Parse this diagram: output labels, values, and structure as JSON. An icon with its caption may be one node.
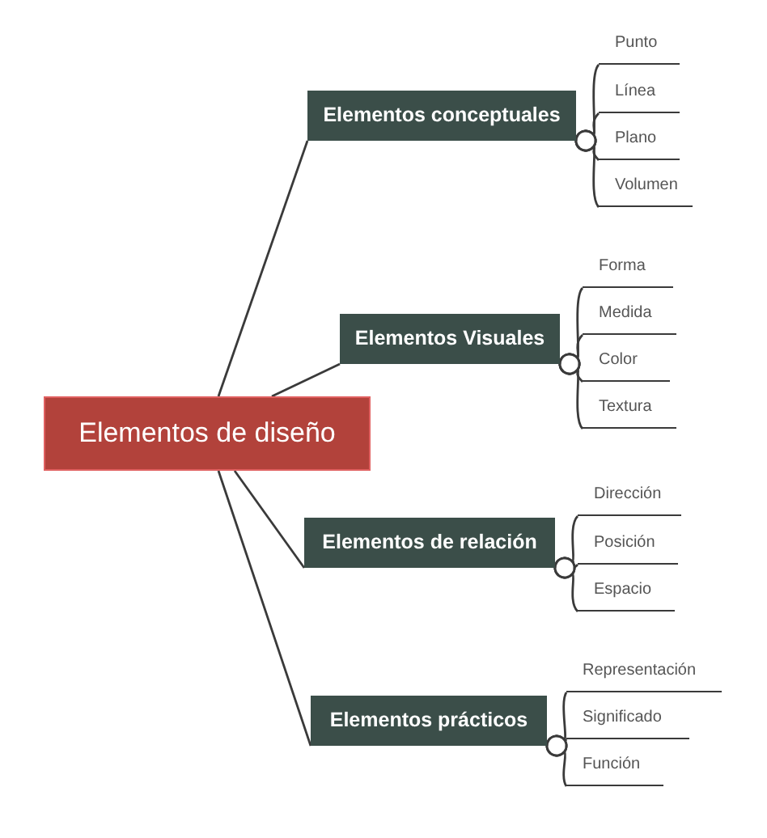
{
  "diagram": {
    "nodes": [
      {
        "text": [
          "Elementos de diseño"
        ]
      },
      {
        "text": [
          "Elementos conceptuales"
        ]
      },
      {
        "text": [
          "Punto"
        ]
      },
      {
        "text": [
          "Línea"
        ]
      },
      {
        "text": [
          "Plano"
        ]
      },
      {
        "text": [
          "Volumen"
        ]
      },
      {
        "text": [
          "Elementos Visuales"
        ]
      },
      {
        "text": [
          "Forma"
        ]
      },
      {
        "text": [
          "Medida"
        ]
      },
      {
        "text": [
          "Color"
        ]
      },
      {
        "text": [
          "Textura"
        ]
      },
      {
        "text": [
          "Elementos de relación"
        ]
      },
      {
        "text": [
          "Dirección"
        ]
      },
      {
        "text": [
          "Posición"
        ]
      },
      {
        "text": [
          "Espacio"
        ]
      },
      {
        "text": [
          "Elementos prácticos"
        ]
      },
      {
        "text": [
          "Representación"
        ]
      },
      {
        "text": [
          "Significado"
        ]
      },
      {
        "text": [
          "Función"
        ]
      }
    ],
    "edges": [
      {
        "from": 0,
        "to": 1,
        "arrow": "none"
      },
      {
        "from": 0,
        "to": 6,
        "arrow": "none"
      },
      {
        "from": 0,
        "to": 11,
        "arrow": "none"
      },
      {
        "from": 0,
        "to": 15,
        "arrow": "none"
      },
      {
        "from": 1,
        "to": 2,
        "arrow": "other"
      },
      {
        "from": 1,
        "to": 3,
        "arrow": "other"
      },
      {
        "from": 1,
        "to": 4,
        "arrow": "other"
      },
      {
        "from": 1,
        "to": 5,
        "arrow": "other"
      },
      {
        "from": 6,
        "to": 7,
        "arrow": "other"
      },
      {
        "from": 6,
        "to": 8,
        "arrow": "other"
      },
      {
        "from": 6,
        "to": 9,
        "arrow": "other"
      },
      {
        "from": 6,
        "to": 10,
        "arrow": "other"
      },
      {
        "from": 11,
        "to": 12,
        "arrow": "other"
      },
      {
        "from": 11,
        "to": 13,
        "arrow": "other"
      },
      {
        "from": 11,
        "to": 14,
        "arrow": "other"
      },
      {
        "from": 15,
        "to": 16,
        "arrow": "other"
      },
      {
        "from": 15,
        "to": 17,
        "arrow": "other"
      },
      {
        "from": 15,
        "to": 18,
        "arrow": "other"
      }
    ]
  }
}
